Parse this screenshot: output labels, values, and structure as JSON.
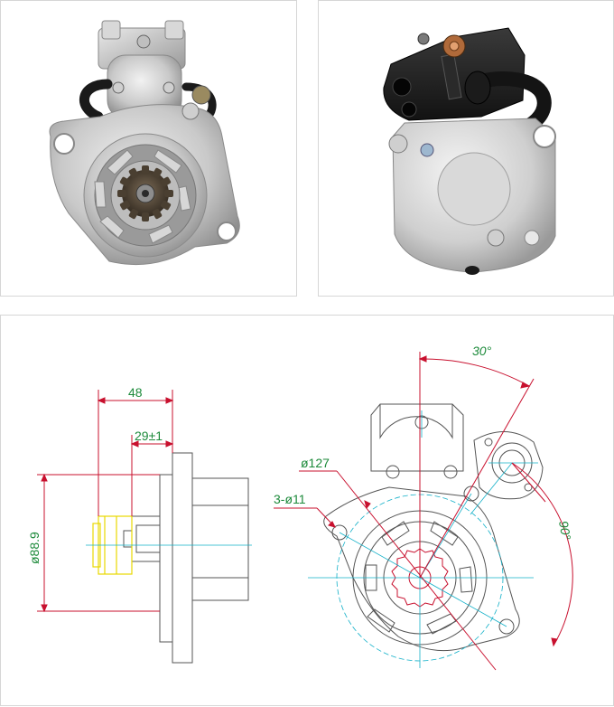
{
  "photos": {
    "front_view": {
      "label": ""
    },
    "rear_view": {
      "label": ""
    }
  },
  "drawing": {
    "side_view": {
      "dim_length_total": "48",
      "dim_length_pinion": "29±1",
      "dim_flange_diameter": "ø88.9"
    },
    "front_view": {
      "dim_bolt_circle": "ø127",
      "dim_mount_holes": "3-ø11",
      "dim_angle_top": "30°",
      "dim_angle_right": "90°"
    }
  },
  "colors": {
    "dimension_text": "#1c8a3a",
    "dimension_line_red": "#c8102e",
    "center_line_cyan": "#12b0c8",
    "outline_gray": "#555555",
    "pinion_yellow": "#e8d800"
  }
}
